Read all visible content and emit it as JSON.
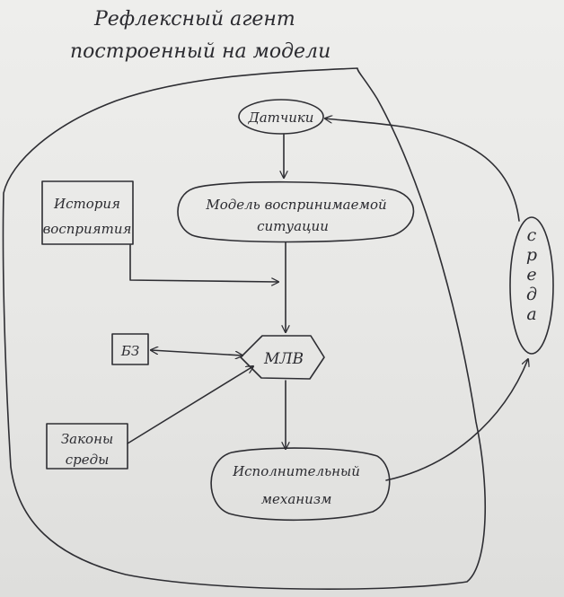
{
  "title": {
    "line1": "Рефлексный агент",
    "line2": "построенный на модели"
  },
  "nodes": {
    "sensors": "Датчики",
    "model": {
      "line1": "Модель воспринимаемой",
      "line2": "ситуации"
    },
    "history": {
      "line1": "История",
      "line2": "восприятия"
    },
    "kb": "БЗ",
    "mlv": "МЛВ",
    "laws": {
      "line1": "Законы",
      "line2": "среды"
    },
    "actuator": {
      "line1": "Исполнительный",
      "line2": "механизм"
    },
    "environment": "среда"
  },
  "colors": {
    "paper": "#e9e9e7",
    "ink": "#2e2e33"
  }
}
